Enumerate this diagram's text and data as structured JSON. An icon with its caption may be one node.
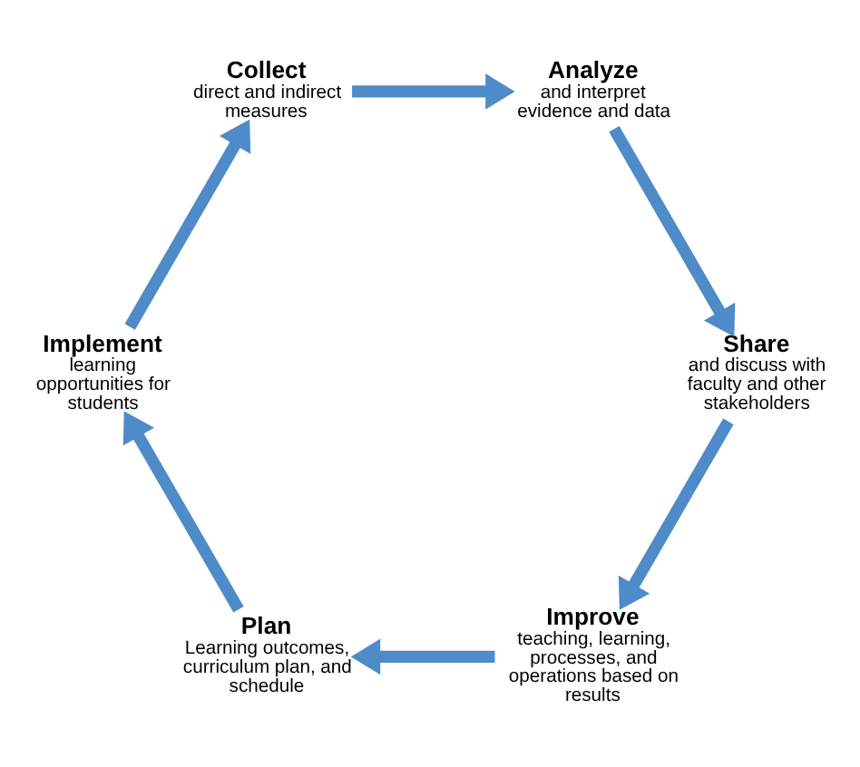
{
  "diagram": {
    "nodes": [
      {
        "text": [
          "Improve",
          "teaching, learning, processes, and operations based on results"
        ]
      },
      {
        "text": [
          "Plan",
          "Learning outcomes, curriculum plan, and schedule"
        ]
      },
      {
        "text": [
          "Share",
          "and discuss with faculty and other stakeholders"
        ]
      },
      {
        "text": [
          "Implement",
          "learning opportunities for students"
        ]
      },
      {
        "text": [
          "Collect",
          "direct and indirect measures"
        ]
      },
      {
        "text": [
          "Analyze",
          "and interpret evidence and data"
        ]
      }
    ],
    "edges": [
      {
        "from": 0,
        "to": 1,
        "arrow": "to"
      },
      {
        "from": 1,
        "to": 3,
        "arrow": "to"
      },
      {
        "from": 3,
        "to": 4,
        "arrow": "to"
      },
      {
        "from": 4,
        "to": 5,
        "arrow": "to"
      },
      {
        "from": 5,
        "to": 2,
        "arrow": "to"
      },
      {
        "from": 2,
        "to": 0,
        "arrow": "to"
      }
    ]
  }
}
